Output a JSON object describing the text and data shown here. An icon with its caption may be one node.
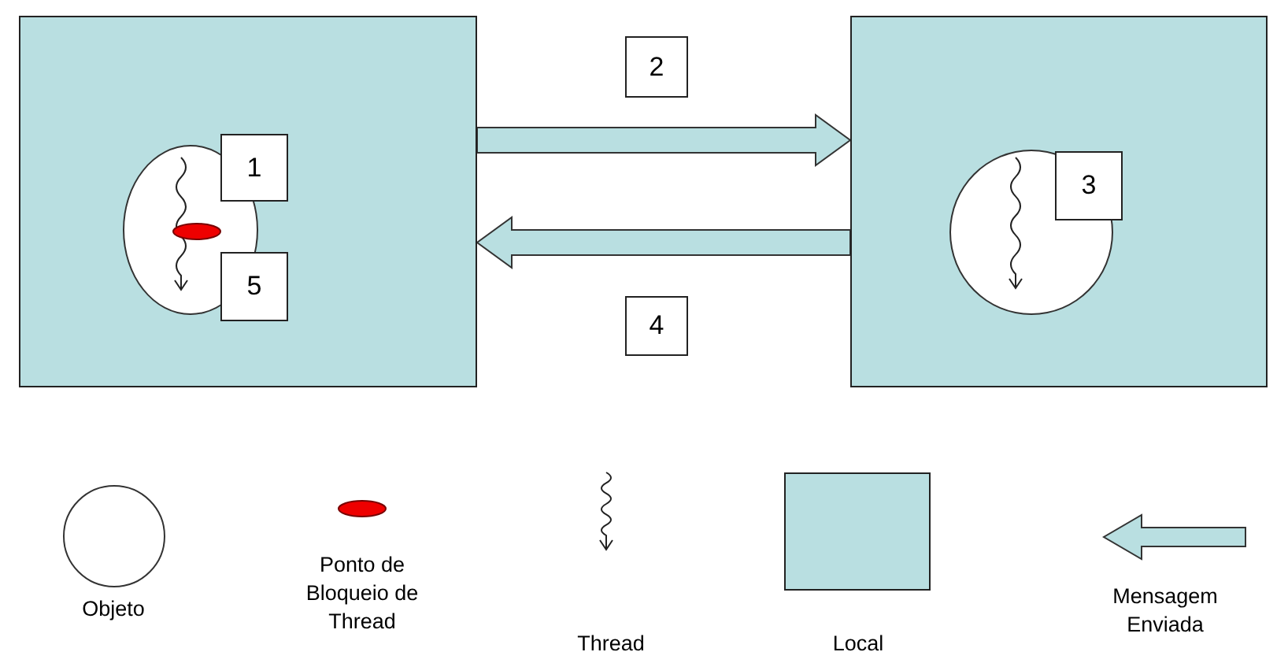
{
  "diagram": {
    "nodes": [
      {
        "text": [],
        "shape": "box"
      },
      {
        "text": [],
        "shape": "circle",
        "in": 0
      },
      {
        "text": [
          "1"
        ],
        "in": 0
      },
      {
        "text": [
          "5"
        ],
        "in": 0
      },
      {
        "text": [
          "2"
        ]
      },
      {
        "text": [
          "4"
        ]
      },
      {
        "text": [],
        "shape": "box"
      },
      {
        "text": [],
        "shape": "circle",
        "in": 6
      },
      {
        "text": [
          "3"
        ],
        "in": 6
      }
    ],
    "edges": [
      {
        "from": 0,
        "to": 6,
        "arrow": "to"
      },
      {
        "from": 6,
        "to": 0,
        "arrow": "to"
      }
    ],
    "legend": [
      {
        "text": "Objeto"
      },
      {
        "text": "Ponto de Bloqueio de Thread"
      },
      {
        "text": "Thread"
      },
      {
        "text": "Local"
      },
      {
        "text": "Mensagem Enviada"
      }
    ]
  }
}
